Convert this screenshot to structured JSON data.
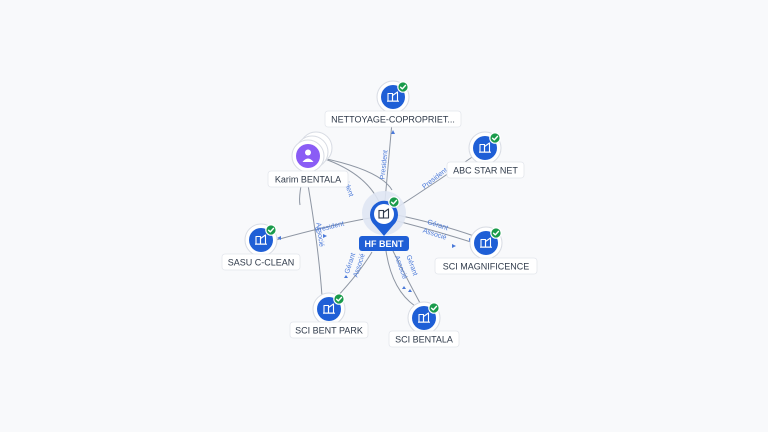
{
  "center": {
    "label": "HF BENT",
    "icon": "building-icon",
    "verified": true
  },
  "nodes": [
    {
      "id": "nettoyage",
      "label": "NETTOYAGE-COPROPRIET...",
      "type": "company",
      "icon": "building-icon",
      "verified": true
    },
    {
      "id": "abc",
      "label": "ABC STAR NET",
      "type": "company",
      "icon": "building-icon",
      "verified": true
    },
    {
      "id": "karim",
      "label": "Karim BENTALA",
      "type": "person",
      "icon": "person-icon",
      "verified": false
    },
    {
      "id": "sasu",
      "label": "SASU C-CLEAN",
      "type": "company",
      "icon": "building-icon",
      "verified": true
    },
    {
      "id": "magnificence",
      "label": "SCI MAGNIFICENCE",
      "type": "company",
      "icon": "building-icon",
      "verified": true
    },
    {
      "id": "bentpark",
      "label": "SCI BENT PARK",
      "type": "company",
      "icon": "building-icon",
      "verified": true
    },
    {
      "id": "bentala",
      "label": "SCI BENTALA",
      "type": "company",
      "icon": "building-icon",
      "verified": true
    }
  ],
  "edge_labels": {
    "president": "President",
    "gerant": "Gérant",
    "associe": "Associé",
    "ident": "ident"
  },
  "colors": {
    "company": "#1f5fd6",
    "person": "#8a5cf5",
    "verified": "#1a9b4b",
    "edge_label": "#4a79d9"
  }
}
